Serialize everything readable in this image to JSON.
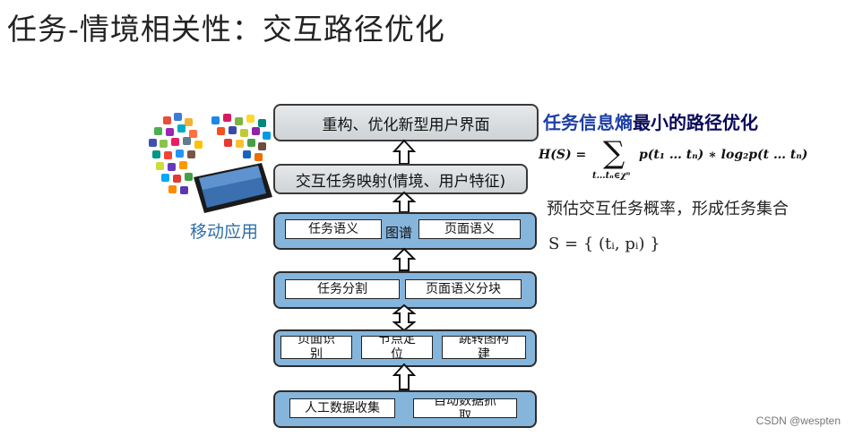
{
  "title": "任务-情境相关性：交互路径优化",
  "mobile_label": "移动应用",
  "flow": {
    "box_reconstruct": "重构、优化新型用户界面",
    "box_mapping": "交互任务映射(情境、用户特征)",
    "box_graph": {
      "left": "任务语义",
      "center": "图谱",
      "right": "页面语义"
    },
    "box_segment": {
      "left": "任务分割",
      "right": "页面语义分块"
    },
    "box_nodes": {
      "a_line1": "页面识",
      "a_line2": "别",
      "b_line1": "节点定",
      "b_line2": "位",
      "c_line1": "跳转图构",
      "c_line2": "建"
    },
    "box_collect": {
      "left": "人工数据收集",
      "right_line1": "自动数据抓",
      "right_line2": "取"
    }
  },
  "right": {
    "heading_part1": "任务信息熵",
    "heading_part2": "最小的路径优化",
    "formula": {
      "lhs": "H(S) =",
      "sum": "∑",
      "sub": "t…tₙ∈χⁿ",
      "rhs": "p(t₁ … tₙ) ∗ log₂p(t … tₙ)"
    },
    "description": "预估交互任务概率，形成任务集合",
    "set_definition": "S = { (tᵢ, pᵢ) }"
  },
  "watermark": "CSDN @wespten"
}
